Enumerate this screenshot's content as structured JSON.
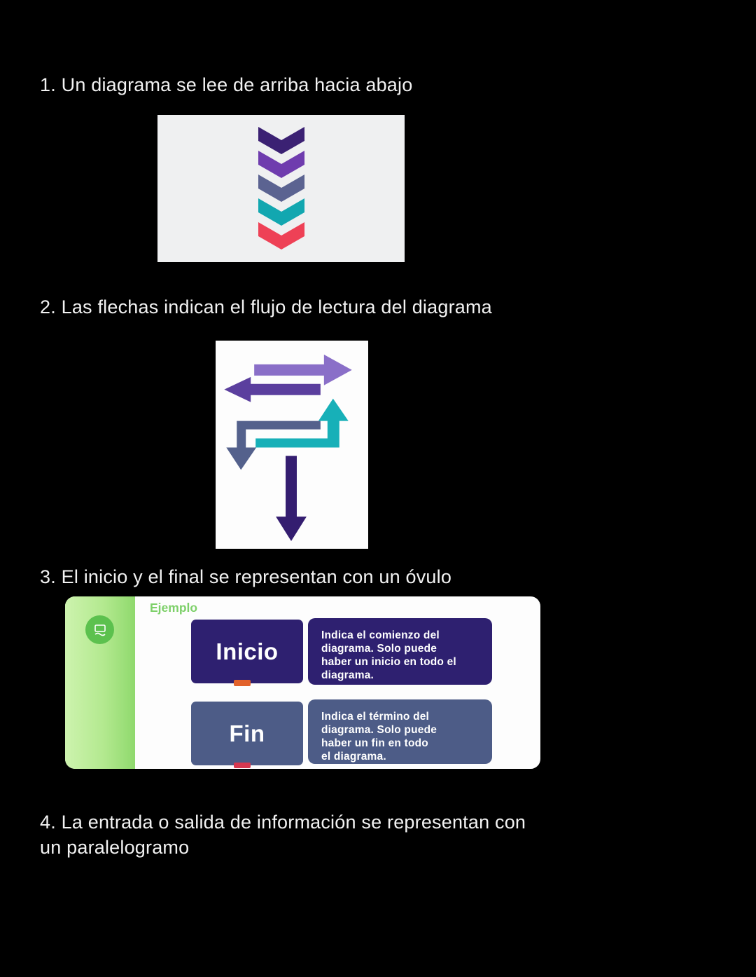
{
  "page": {
    "background": "#000000",
    "text_color": "#f2f2f2"
  },
  "steps": [
    {
      "text": "1. Un diagrama se lee de arriba hacia abajo"
    },
    {
      "text": "2. Las flechas indican el flujo de lectura del diagrama"
    },
    {
      "text": "3. El inicio y el final se representan con un óvulo"
    },
    {
      "text": "4. La entrada o salida de información se representan con\nun paralelogramo"
    }
  ],
  "figures": {
    "chevron_figure_alt": "cinco chevrones apuntando hacia abajo",
    "arrows_figure_alt": "flechas que indican el flujo de lectura"
  },
  "palette": {
    "chevron1": "#3b2173",
    "chevron2": "#6f3cae",
    "chevron3": "#5b6391",
    "chevron4": "#12a7b0",
    "chevron5": "#ee4156",
    "arrow_right": "#8a6fc8",
    "arrow_left": "#5b3f9e",
    "arrow_elbow_down": "#54618c",
    "arrow_elbow_up": "#17b0b8",
    "arrow_down": "#341d70",
    "panel1_bg": "#eff0f1",
    "panel2_bg": "#fdfdfd",
    "strip_green": "#b3e98f",
    "logo_green": "#5cc14e",
    "ejemplo_green": "#7ed06a",
    "inicio_bg": "#2e2070",
    "fin_bg": "#4d5c87",
    "tab_orange": "#e2622b",
    "tab_red": "#d63850"
  },
  "card": {
    "heading": "Ejemplo",
    "rows": [
      {
        "label": "Inicio",
        "description": "Indica el comienzo del\ndiagrama. Solo puede\nhaber un inicio en todo el\ndiagrama."
      },
      {
        "label": "Fin",
        "description": "Indica el término del\ndiagrama. Solo puede\nhaber un fin en todo\nel diagrama."
      }
    ]
  }
}
